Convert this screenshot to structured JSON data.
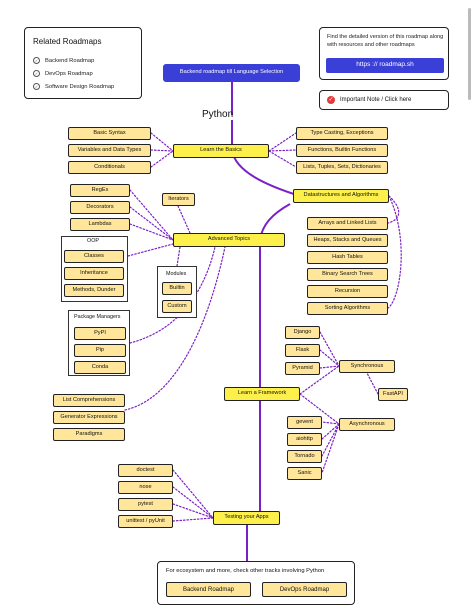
{
  "related": {
    "title": "Related Roadmaps",
    "items": [
      "Backend Roadmap",
      "DevOps Roadmap",
      "Software Design Roadmap"
    ]
  },
  "info": {
    "text": "Find the detailed version of this roadmap along with resources and other roadmaps",
    "link_label": "https :// roadmap.sh"
  },
  "important_note": "Important Note / Click here",
  "header_button": "Backend roadmap till Language Selection",
  "main_title": "Python",
  "topics": {
    "basics": "Learn the Basics",
    "datastructures": "Datastructures and Algorithms",
    "advanced": "Advanced Topics",
    "framework": "Learn a Framework",
    "testing": "Testing your Apps"
  },
  "basics_left": [
    "Basic Syntax",
    "Variables and Data Types",
    "Conditionals"
  ],
  "basics_right": [
    "Type Casting, Exceptions",
    "Functions, Builtin Functions",
    "Lists, Tuples, Sets, Dictionaries"
  ],
  "ds_items": [
    "Arrays and Linked Lists",
    "Heaps, Stacks and Queues",
    "Hash Tables",
    "Binary Search Trees",
    "Recursion",
    "Sorting Algorithms"
  ],
  "advanced_left": [
    "RegEx",
    "Decorators",
    "Lambdas"
  ],
  "iterators": "Iterators",
  "oop": {
    "label": "OOP",
    "items": [
      "Classes",
      "Inheritance",
      "Methods, Dunder"
    ]
  },
  "modules": {
    "label": "Modules",
    "items": [
      "Builtin",
      "Custom"
    ]
  },
  "package_managers": {
    "label": "Package Managers",
    "items": [
      "PyPI",
      "Pip",
      "Conda"
    ]
  },
  "misc_left": [
    "List Comprehensions",
    "Generator Expressions",
    "Paradigms"
  ],
  "sync": {
    "label": "Synchronous",
    "items": [
      "Django",
      "Flask",
      "Pyramid"
    ]
  },
  "fastapi": "FastAPI",
  "async": {
    "label": "Asynchronous",
    "items": [
      "gevent",
      "aiohttp",
      "Tornado",
      "Sanic"
    ]
  },
  "testing_items": [
    "doctest",
    "nose",
    "pytest",
    "unittest / pyUnit"
  ],
  "footer": {
    "text": "For ecosystem and more, check other tracks involving Python",
    "buttons": [
      "Backend Roadmap",
      "DevOps Roadmap"
    ]
  },
  "colors": {
    "main_line": "#7b20c8",
    "dotted": "#7b20c8",
    "topic": "#fdf04a",
    "subtopic": "#ffe69a",
    "link_button": "#3a3fd8",
    "note_icon": "#e23b3b"
  }
}
